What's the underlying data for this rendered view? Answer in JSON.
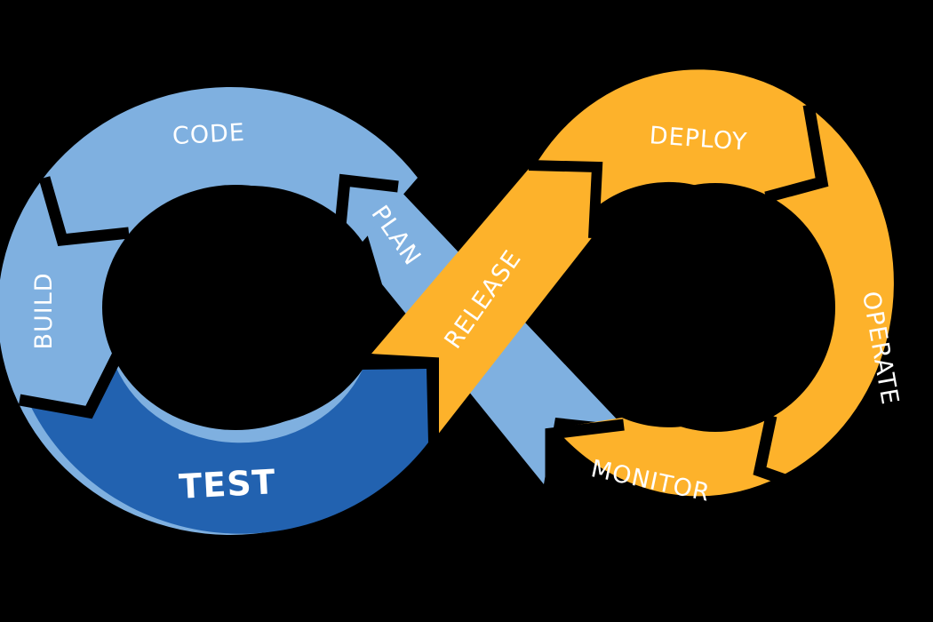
{
  "diagram": {
    "colors": {
      "background": "#000000",
      "light_blue": "#7fb0e0",
      "dark_blue": "#2262b0",
      "orange": "#fdb22b",
      "separator": "#000000"
    },
    "stages": {
      "plan": "PLAN",
      "code": "CODE",
      "build": "BUILD",
      "test": "TEST",
      "release": "RELEASE",
      "deploy": "DEPLOY",
      "operate": "OPERATE",
      "monitor": "MONITOR"
    }
  }
}
